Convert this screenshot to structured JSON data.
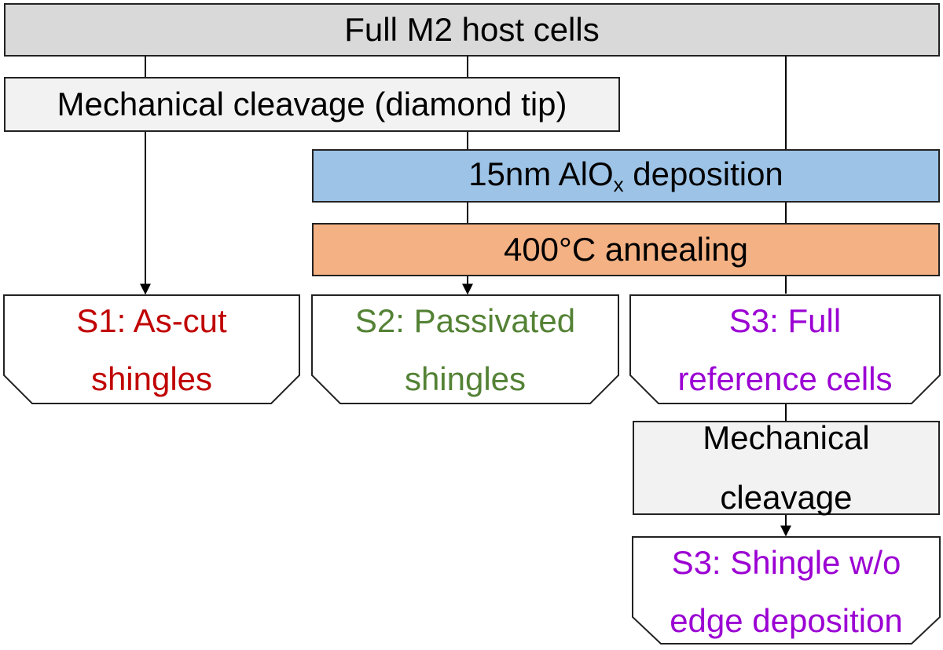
{
  "nodes": {
    "top": "Full M2 host cells",
    "cleave1": "Mechanical cleavage (diamond tip)",
    "aloxPrefix": "15nm AlO",
    "aloxSub": "x",
    "aloxSuffix": " deposition",
    "anneal": "400°C annealing",
    "cleave2Line1": "Mechanical",
    "cleave2Line2": "cleavage"
  },
  "outputs": {
    "s1": {
      "line1": "S1: As-cut",
      "line2": "shingles",
      "color": "#c00000"
    },
    "s2": {
      "line1": "S2: Passivated",
      "line2": "shingles",
      "color": "#548235"
    },
    "s3full": {
      "line1": "S3: Full",
      "line2": "reference cells",
      "color": "#9b00d3"
    },
    "s3shingle": {
      "line1": "S3: Shingle w/o",
      "line2": "edge deposition",
      "color": "#9b00d3"
    }
  },
  "colors": {
    "top_fill": "#d9d9d9",
    "cleave_fill": "#f2f2f2",
    "alox_fill": "#9dc3e6",
    "anneal_fill": "#f4b183"
  }
}
